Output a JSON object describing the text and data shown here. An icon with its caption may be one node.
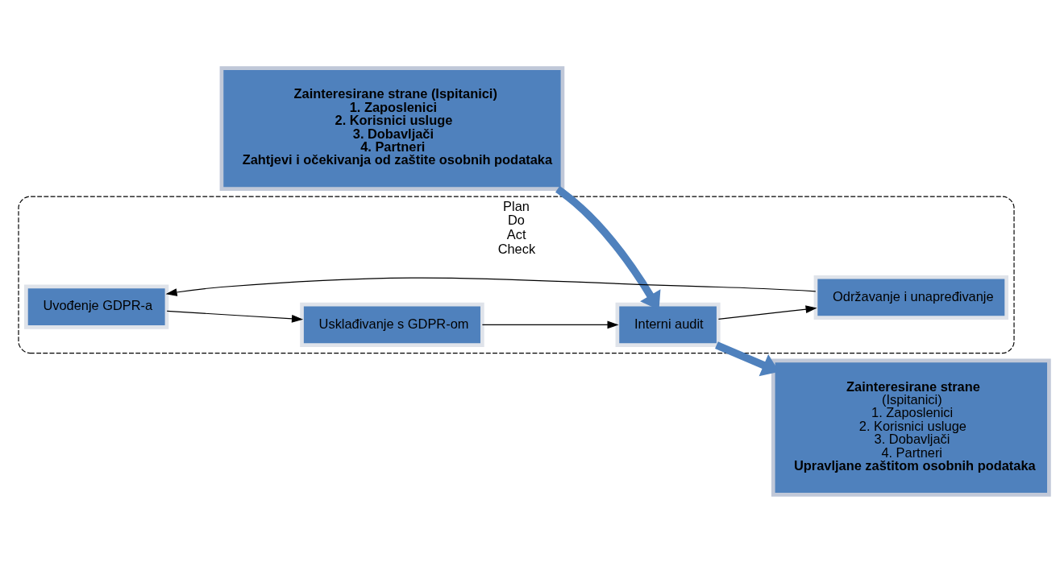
{
  "diagram": {
    "nodes": [
      {
        "text": [
          "Zainteresirane strane (Ispitanici)",
          "1. Zaposlenici",
          "2. Korisnici usluge",
          "3. Dobavljači",
          "4. Partneri",
          "Zahtjevi i očekivanja od zaštite osobnih podataka"
        ]
      },
      {
        "text": [
          "Plan",
          "Do",
          "Act",
          "Check"
        ]
      },
      {
        "text": [
          "Uvođenje GDPR-a"
        ],
        "in": 1
      },
      {
        "text": [
          "Usklađivanje s GDPR-om"
        ],
        "in": 1
      },
      {
        "text": [
          "Održavanje i unapređivanje"
        ],
        "in": 1
      },
      {
        "text": [
          "Interni audit"
        ],
        "in": 1
      },
      {
        "text": [
          "Zainteresirane strane",
          "(Ispitanici)",
          "1. Zaposlenici",
          "2. Korisnici usluge",
          "3. Dobavljači",
          "4. Partneri",
          "Upravljane zaštitom osobnih podataka"
        ]
      }
    ],
    "edges": [
      {
        "from": 2,
        "to": 3,
        "arrow": "to"
      },
      {
        "from": 3,
        "to": 5,
        "arrow": "to"
      },
      {
        "from": 5,
        "to": 4,
        "arrow": "to"
      },
      {
        "from": 4,
        "to": 2,
        "arrow": "to"
      },
      {
        "from": 0,
        "to": 5,
        "arrow": "to",
        "style": "thick",
        "color": "#4f81bd"
      },
      {
        "from": 5,
        "to": 6,
        "arrow": "to",
        "style": "thick",
        "color": "#4f81bd"
      }
    ]
  }
}
